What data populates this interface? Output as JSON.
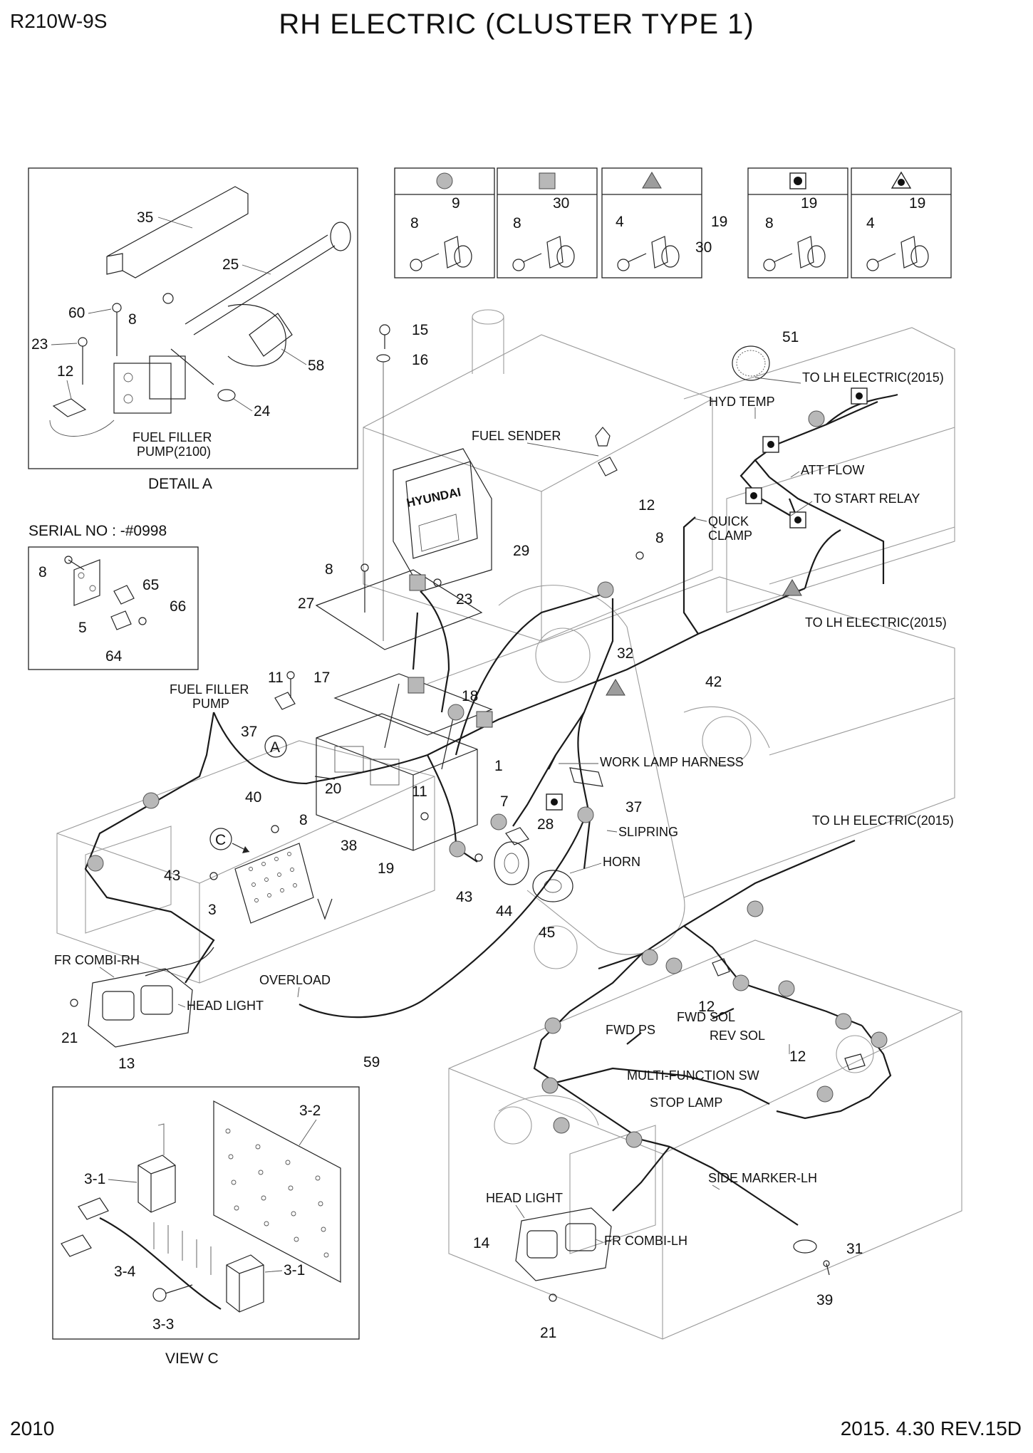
{
  "header": {
    "model": "R210W-9S",
    "title": "RH ELECTRIC (CLUSTER TYPE 1)"
  },
  "footer": {
    "page": "2010",
    "revision": "2015. 4.30  REV.15D"
  },
  "legend_boxes": [
    {
      "symbol": "circle",
      "parts": [
        "8",
        "9"
      ]
    },
    {
      "symbol": "square",
      "parts": [
        "8",
        "30"
      ]
    },
    {
      "symbol": "triangle",
      "parts": [
        "4",
        "19",
        "30"
      ]
    },
    {
      "symbol": "square-dot",
      "parts": [
        "8",
        "19"
      ]
    },
    {
      "symbol": "triangle-dot",
      "parts": [
        "4",
        "19"
      ]
    }
  ],
  "detail_a": {
    "caption": "DETAIL  A",
    "fuel_filler_pump": "FUEL FILLER\nPUMP(2100)",
    "parts": [
      "35",
      "25",
      "60",
      "8",
      "23",
      "12",
      "58",
      "24"
    ]
  },
  "serial_box": {
    "caption": "SERIAL NO : -#0998",
    "parts": [
      "8",
      "65",
      "66",
      "5",
      "64"
    ]
  },
  "view_c": {
    "caption": "VIEW C",
    "parts": [
      "3-2",
      "3-1",
      "3-4",
      "3-1",
      "3-3"
    ]
  },
  "callouts": {
    "to_lh_1": "TO LH ELECTRIC(2015)",
    "hyd_temp": "HYD TEMP",
    "att_flow": "ATT FLOW",
    "to_start_relay": "TO START RELAY",
    "quick_clamp": "QUICK\nCLAMP",
    "to_lh_2": "TO LH ELECTRIC(2015)",
    "fuel_sender": "FUEL SENDER",
    "fuel_filler_pump": "FUEL FILLER\nPUMP",
    "work_lamp_harness": "WORK LAMP HARNESS",
    "slipring": "SLIPRING",
    "horn": "HORN",
    "to_lh_3": "TO LH ELECTRIC(2015)",
    "fr_combi_rh": "FR COMBI-RH",
    "head_light_rh": "HEAD LIGHT",
    "overload": "OVERLOAD",
    "fwd_sol": "FWD SOL",
    "fwd_ps": "FWD PS",
    "rev_sol": "REV SOL",
    "multi_function_sw": "MULTI-FUNCTION SW",
    "stop_lamp": "STOP LAMP",
    "side_marker_lh": "SIDE MARKER-LH",
    "head_light_lh": "HEAD LIGHT",
    "fr_combi_lh": "FR COMBI-LH",
    "hyundai": "HYUNDAI",
    "detail_a_marker": "A",
    "view_c_marker": "C"
  },
  "part_numbers": {
    "p51": "51",
    "p15": "15",
    "p16": "16",
    "p12a": "12",
    "p8a": "8",
    "p29": "29",
    "p8b": "8",
    "p27": "27",
    "p23": "23",
    "p32": "32",
    "p42": "42",
    "p11a": "11",
    "p17": "17",
    "p18": "18",
    "p37a": "37",
    "p1": "1",
    "p40": "40",
    "p20": "20",
    "p11b": "11",
    "p7": "7",
    "p37b": "37",
    "p8c": "8",
    "p28": "28",
    "p38": "38",
    "p43a": "43",
    "p19": "19",
    "p43b": "43",
    "p44": "44",
    "p45": "45",
    "p3": "3",
    "p21a": "21",
    "p13": "13",
    "p59": "59",
    "p12b": "12",
    "p12c": "12",
    "p14": "14",
    "p31": "31",
    "p39": "39",
    "p21b": "21"
  }
}
